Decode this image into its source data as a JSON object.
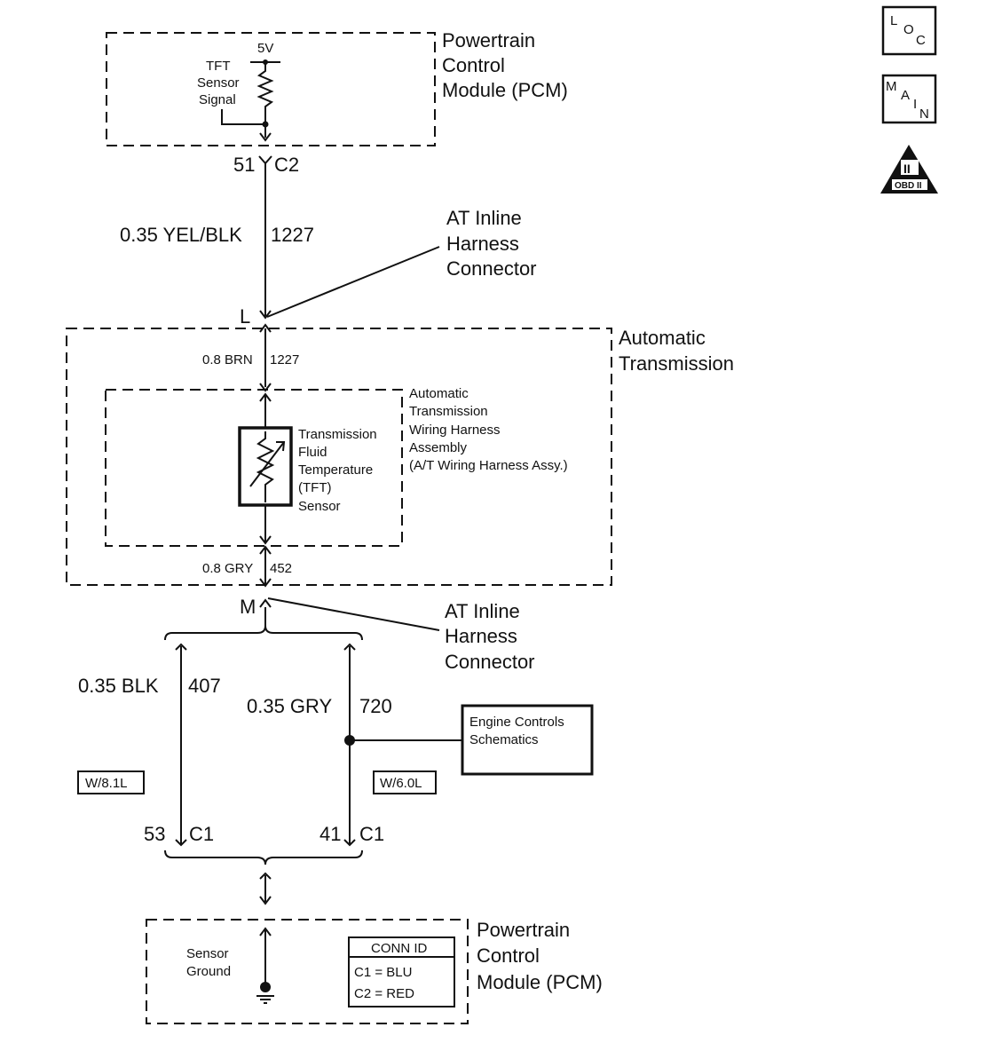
{
  "pcm_top": {
    "title_lines": [
      "Powertrain",
      "Control",
      "Module (PCM)"
    ],
    "voltage": "5V",
    "signal_label_lines": [
      "TFT",
      "Sensor",
      "Signal"
    ],
    "pin": "51",
    "connector": "C2"
  },
  "wire_1227_upper": {
    "gauge_color": "0.35 YEL/BLK",
    "circuit": "1227"
  },
  "connector_L": {
    "pin": "L",
    "label_lines": [
      "AT Inline",
      "Harness",
      "Connector"
    ]
  },
  "automatic_transmission": {
    "title_lines": [
      "Automatic",
      "Transmission"
    ],
    "wire_1227_lower": {
      "gauge_color": "0.8 BRN",
      "circuit": "1227"
    },
    "harness_assembly_lines": [
      "Automatic",
      "Transmission",
      "Wiring Harness",
      "Assembly",
      "(A/T Wiring Harness Assy.)"
    ],
    "sensor_lines": [
      "Transmission",
      "Fluid",
      "Temperature",
      "(TFT)",
      "Sensor"
    ],
    "wire_452": {
      "gauge_color": "0.8 GRY",
      "circuit": "452"
    }
  },
  "connector_M": {
    "pin": "M",
    "label_lines": [
      "AT Inline",
      "Harness",
      "Connector"
    ]
  },
  "branch_left": {
    "gauge_color": "0.35 BLK",
    "circuit": "407",
    "option": "W/8.1L",
    "pin": "53",
    "connector": "C1"
  },
  "branch_right": {
    "gauge_color": "0.35 GRY",
    "circuit": "720",
    "option": "W/6.0L",
    "pin": "41",
    "connector": "C1",
    "reference_box_lines": [
      "Engine Controls",
      "Schematics"
    ]
  },
  "pcm_bottom": {
    "title_lines": [
      "Powertrain",
      "Control",
      "Module (PCM)"
    ],
    "ground_label_lines": [
      "Sensor",
      "Ground"
    ],
    "conn_id": {
      "header": "CONN ID",
      "rows": [
        "C1 = BLU",
        "C2 = RED"
      ]
    }
  },
  "side_icons": {
    "loc": [
      "L",
      "O",
      "C"
    ],
    "main": [
      "M",
      "A",
      "I",
      "N"
    ],
    "obd": {
      "roman": "II",
      "text": "OBD II"
    }
  }
}
